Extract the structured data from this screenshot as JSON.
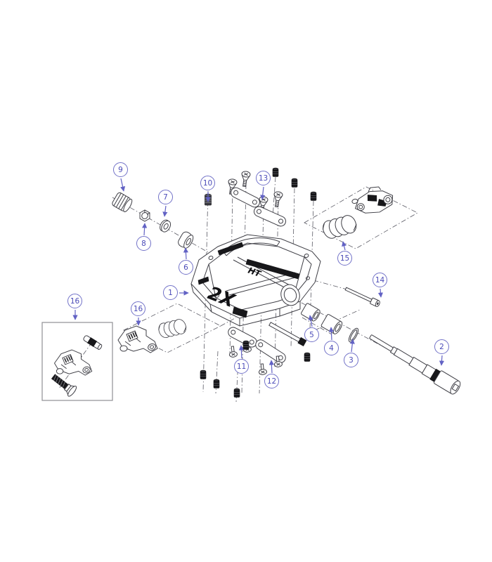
{
  "diagram": {
    "body_logo": "2X",
    "body_logo_secondary": "HT"
  },
  "colors": {
    "callout_accent": "#7272c8",
    "leader_line": "#6262c4",
    "part_outline": "#3f3f46",
    "detail_black": "#17171a",
    "background": "#ffffff"
  },
  "callouts": {
    "c1": {
      "label": "1"
    },
    "c2": {
      "label": "2"
    },
    "c3": {
      "label": "3"
    },
    "c4": {
      "label": "4"
    },
    "c5": {
      "label": "5"
    },
    "c6": {
      "label": "6"
    },
    "c7": {
      "label": "7"
    },
    "c8": {
      "label": "8"
    },
    "c9": {
      "label": "9"
    },
    "c10": {
      "label": "10"
    },
    "c11": {
      "label": "11"
    },
    "c12": {
      "label": "12"
    },
    "c13": {
      "label": "13"
    },
    "c14": {
      "label": "14"
    },
    "c15": {
      "label": "15"
    },
    "c16": {
      "label": "16"
    },
    "c16_detail": {
      "label": "16"
    }
  }
}
